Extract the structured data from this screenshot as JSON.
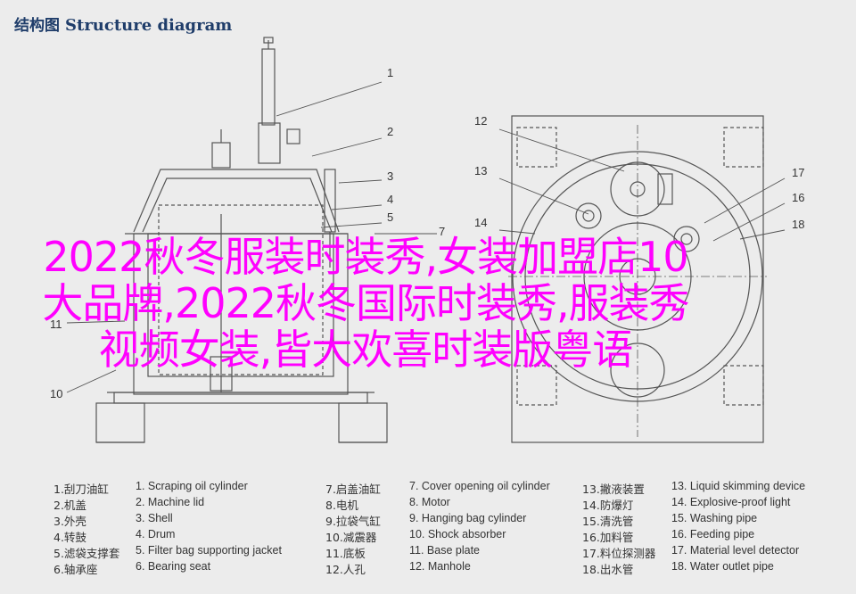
{
  "header": {
    "title_zh": "结构图",
    "title_en": "Structure diagram"
  },
  "callouts": [
    "1",
    "2",
    "3",
    "4",
    "5",
    "7",
    "10",
    "11",
    "12",
    "13",
    "14",
    "16",
    "17",
    "18"
  ],
  "legend": [
    {
      "zh": "1.刮刀油缸",
      "en": "1. Scraping oil cylinder"
    },
    {
      "zh": "2.机盖",
      "en": "2. Machine lid"
    },
    {
      "zh": "3.外壳",
      "en": "3. Shell"
    },
    {
      "zh": "4.转鼓",
      "en": "4. Drum"
    },
    {
      "zh": "5.滤袋支撑套",
      "en": "5. Filter bag supporting jacket"
    },
    {
      "zh": "6.轴承座",
      "en": "6. Bearing seat"
    },
    {
      "zh": "7.启盖油缸",
      "en": "7. Cover opening oil cylinder"
    },
    {
      "zh": "8.电机",
      "en": "8. Motor"
    },
    {
      "zh": "9.拉袋气缸",
      "en": "9. Hanging bag cylinder"
    },
    {
      "zh": "10.减震器",
      "en": "10. Shock absorber"
    },
    {
      "zh": "11.底板",
      "en": "11. Base plate"
    },
    {
      "zh": "12.人孔",
      "en": "12. Manhole"
    },
    {
      "zh": "13.撇液装置",
      "en": "13. Liquid skimming device"
    },
    {
      "zh": "14.防爆灯",
      "en": "14. Explosive-proof light"
    },
    {
      "zh": "15.清洗管",
      "en": "15. Washing pipe"
    },
    {
      "zh": "16.加料管",
      "en": "16. Feeding pipe"
    },
    {
      "zh": "17.料位探测器",
      "en": "17. Material level detector"
    },
    {
      "zh": "18.出水管",
      "en": "18. Water outlet pipe"
    }
  ],
  "overlay": {
    "lines": [
      "2022秋冬服装时装秀,女装加盟店10",
      "大品牌,2022秋冬国际时装秀,服装秀",
      "视频女装,皆大欢喜时装版粤语"
    ],
    "color": "#ff00ff"
  }
}
